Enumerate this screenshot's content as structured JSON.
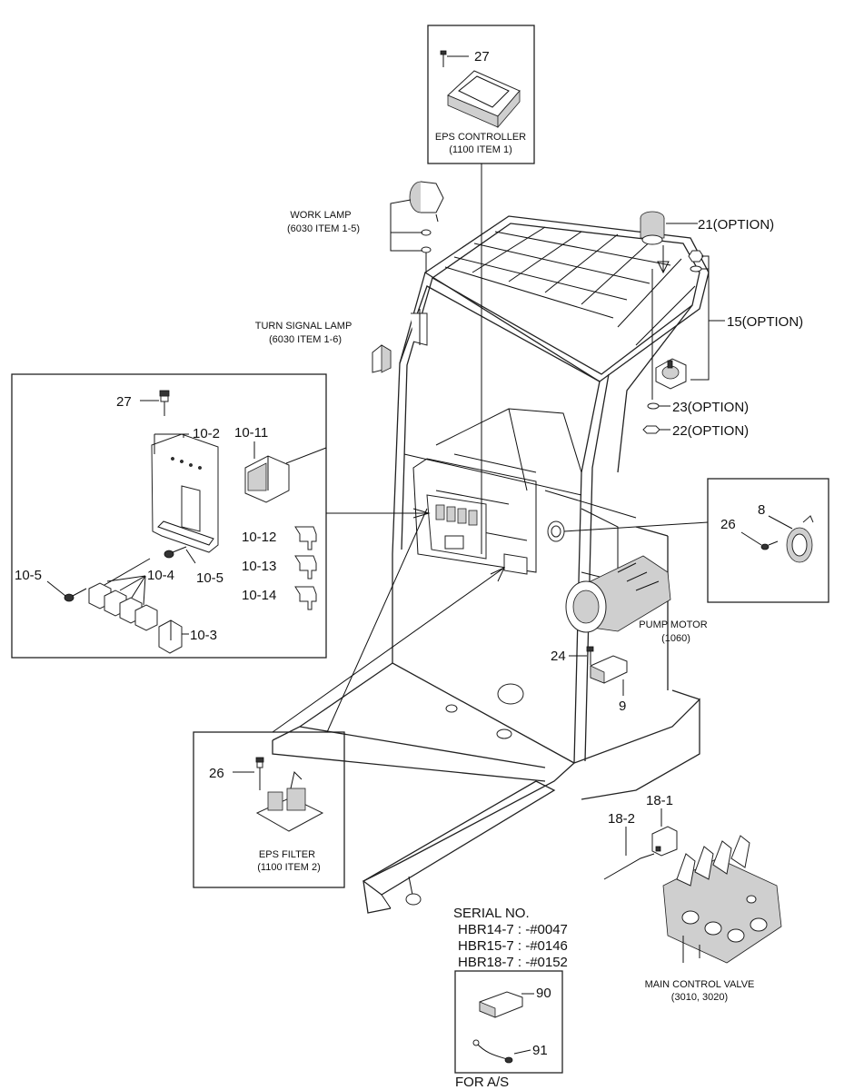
{
  "parts": {
    "eps_controller": {
      "number": "27",
      "name": "EPS CONTROLLER",
      "ref": "(1100 ITEM 1)"
    },
    "work_lamp": {
      "name": "WORK LAMP",
      "ref": "(6030 ITEM 1-5)"
    },
    "turn_signal_lamp": {
      "name": "TURN SIGNAL LAMP",
      "ref": "(6030 ITEM 1-6)"
    },
    "item_21": "21(OPTION)",
    "item_15": "15(OPTION)",
    "item_23": "23(OPTION)",
    "item_22": "22(OPTION)",
    "relay_box": {
      "item_27": "27",
      "item_10_2": "10-2",
      "item_10_11": "10-11",
      "item_10_12": "10-12",
      "item_10_13": "10-13",
      "item_10_14": "10-14",
      "item_10_5_left": "10-5",
      "item_10_5_right": "10-5",
      "item_10_4": "10-4",
      "item_10_3": "10-3"
    },
    "horn_box": {
      "item_8": "8",
      "item_26": "26"
    },
    "pump_motor": {
      "name": "PUMP MOTOR",
      "ref": "(1060)"
    },
    "item_24": "24",
    "item_9": "9",
    "eps_filter": {
      "number": "26",
      "name": "EPS FILTER",
      "ref": "(1100 ITEM 2)"
    },
    "item_18_1": "18-1",
    "item_18_2": "18-2",
    "main_control_valve": {
      "name": "MAIN CONTROL VALVE",
      "ref": "(3010, 3020)"
    },
    "serial": {
      "title": "SERIAL NO.",
      "lines": [
        "HBR14-7 : -#0047",
        "HBR15-7 : -#0146",
        "HBR18-7 : -#0152"
      ]
    },
    "item_90": "90",
    "item_91": "91",
    "for_as": "FOR A/S"
  }
}
